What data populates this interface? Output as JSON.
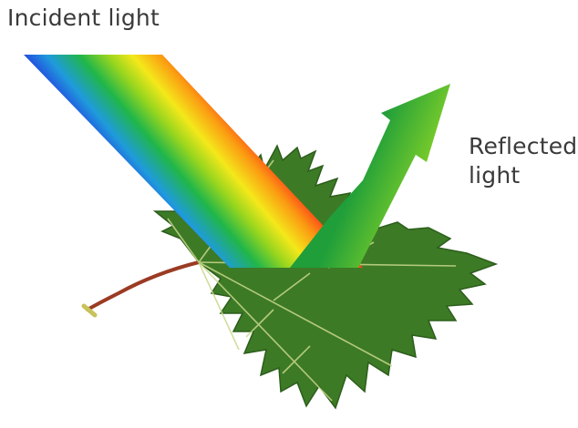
{
  "labels": {
    "incident": "Incident light",
    "reflected_line1": "Reflected",
    "reflected_line2": "light"
  },
  "colors": {
    "text": "#3a3a3a",
    "leaf": "#3d7a26",
    "leaf_dark": "#2c5e1b",
    "leaf_vein": "#c9d98a",
    "stem": "#9b3b24",
    "rainbow": [
      "#5a1fc0",
      "#2430e0",
      "#1f9bdc",
      "#20b64a",
      "#9ad61e",
      "#f4e81a",
      "#fb9b12",
      "#ff2a1a"
    ],
    "reflected_arrow": [
      "#23a33a",
      "#7ccf2a",
      "#e6ea2a"
    ]
  }
}
